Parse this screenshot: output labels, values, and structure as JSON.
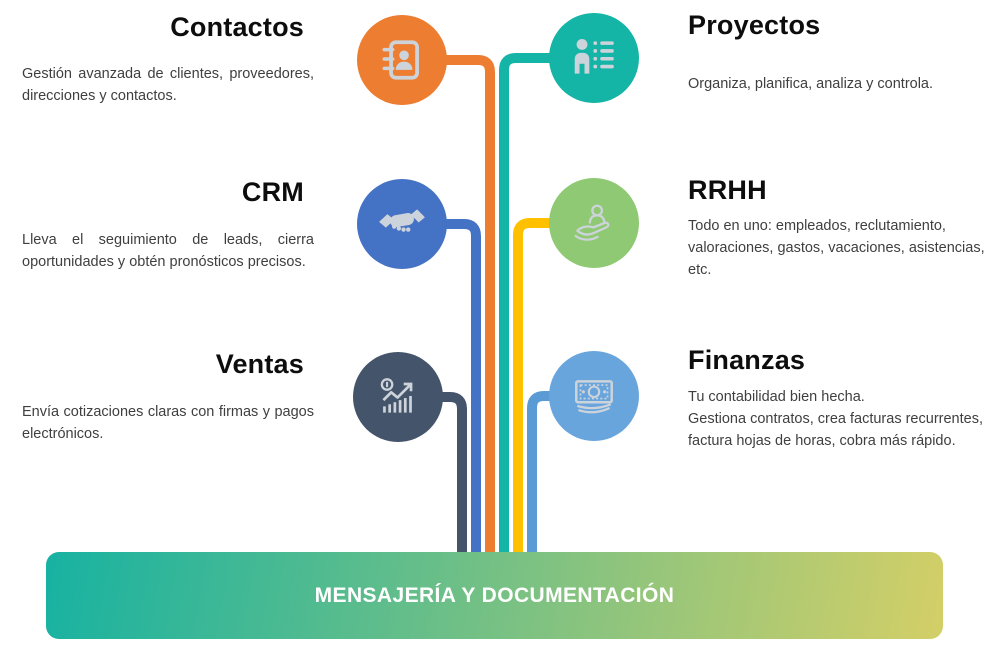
{
  "colors": {
    "contactos": "#ED7D31",
    "proyectos": "#14B5A6",
    "crm": "#4472C4",
    "rrhh_circle": "#8FC973",
    "rrhh_line": "#FFC000",
    "ventas": "#44546A",
    "finanzas_circle": "#69A5DD",
    "finanzas_line": "#5B9BD5",
    "icon": "#CDD3DA",
    "bar_from": "#17B2A2",
    "bar_to": "#D4CF67"
  },
  "modules": {
    "contactos": {
      "title": "Contactos",
      "description": "Gestión avanzada de clientes, proveedores, direcciones y contactos."
    },
    "proyectos": {
      "title": "Proyectos",
      "description": "Organiza, planifica, analiza y controla."
    },
    "crm": {
      "title": "CRM",
      "description": "Lleva el seguimiento de leads, cierra oportunidades y obtén pronósticos precisos."
    },
    "rrhh": {
      "title": "RRHH",
      "description": "Todo en uno: empleados, reclutamiento, valoraciones, gastos, vacaciones, asistencias, etc."
    },
    "ventas": {
      "title": "Ventas",
      "description": "Envía cotizaciones claras con firmas y pagos electrónicos."
    },
    "finanzas": {
      "title": "Finanzas",
      "description_line1": "Tu contabilidad bien hecha.",
      "description_line2": "Gestiona contratos, crea facturas recurrentes, factura hojas de horas, cobra más rápido."
    }
  },
  "footer": {
    "label": "MENSAJERÍA Y DOCUMENTACIÓN"
  }
}
